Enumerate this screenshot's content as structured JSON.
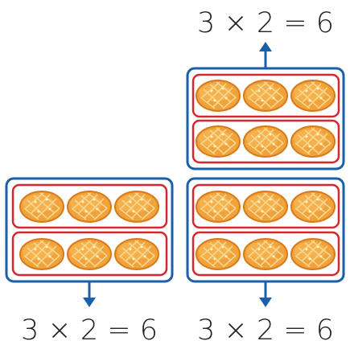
{
  "groups": [
    {
      "id": "top-right",
      "equation": "3 × 2 = 6",
      "rows": 2,
      "items_per_row": 3
    },
    {
      "id": "bottom-left",
      "equation": "3 × 2 = 6",
      "rows": 2,
      "items_per_row": 3
    },
    {
      "id": "bottom-right",
      "equation": "3 × 2 = 6",
      "rows": 2,
      "items_per_row": 3
    }
  ],
  "colors": {
    "group_border": "#1a5fa8",
    "row_border": "#d4272e",
    "arrow": "#1a5fa8",
    "bread_fill": "#f0a23b",
    "bread_dark": "#d97a1a",
    "bread_line": "#f7c96d"
  },
  "icon": "bread-bun-icon"
}
